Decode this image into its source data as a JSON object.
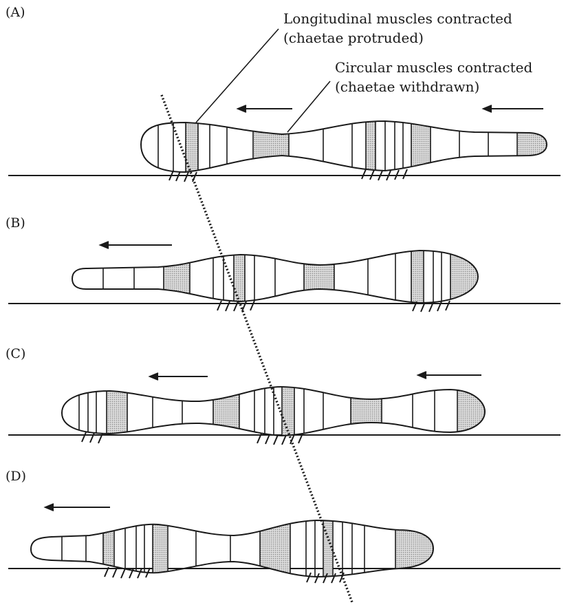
{
  "panels": [
    {
      "label": "(A)"
    },
    {
      "label": "(B)"
    },
    {
      "label": "(C)"
    },
    {
      "label": "(D)"
    }
  ],
  "annotations": {
    "longitudinal_line1": "Longitudinal muscles contracted",
    "longitudinal_line2": "(chaetae protruded)",
    "circular_line1": "Circular muscles contracted",
    "circular_line2": "(chaetae withdrawn)"
  },
  "colors": {
    "ink": "#1a1a1a",
    "shade": "#c8c8c8",
    "background": "#ffffff"
  }
}
